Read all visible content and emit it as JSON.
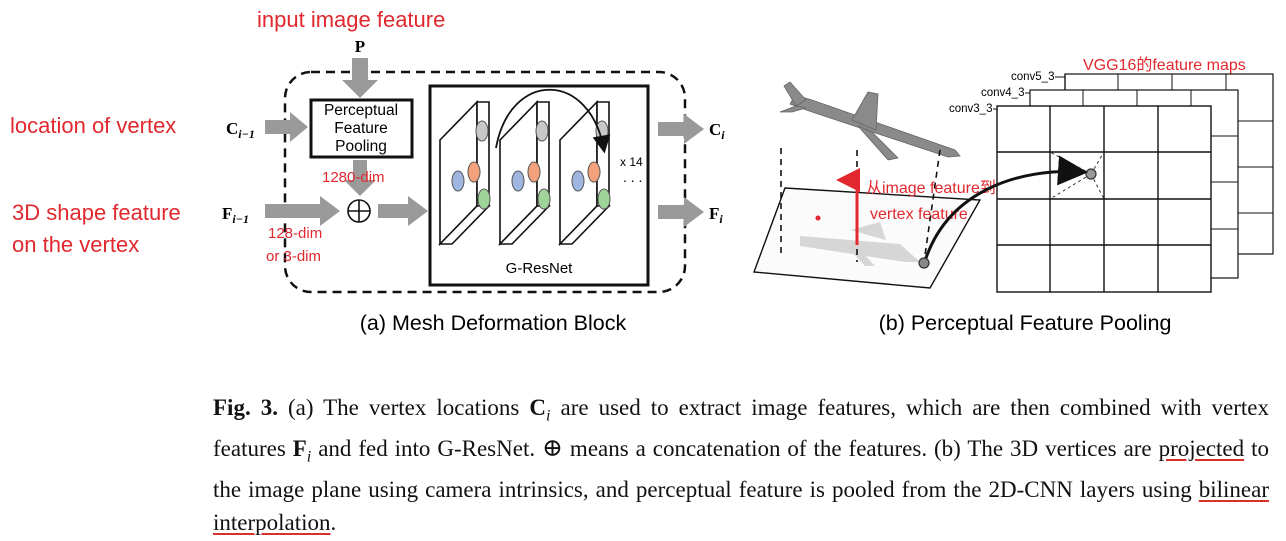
{
  "annotations": {
    "input_image_feature": "input image feature",
    "location_of_vertex": "location of vertex",
    "shape_feature_line1": "3D shape feature",
    "shape_feature_line2": "on the vertex",
    "dim_1280": "1280-dim",
    "dim_128": "128-dim",
    "dim_3": "or 3-dim",
    "vgg_maps": "VGG16的feature maps",
    "img_to_vertex_line1": "从image feature到",
    "img_to_vertex_line2": "vertex feature"
  },
  "block_a": {
    "p_label": "P",
    "c_in": "C",
    "c_in_sub": "i−1",
    "f_in": "F",
    "f_in_sub": "i−1",
    "c_out": "C",
    "c_out_sub": "i",
    "f_out": "F",
    "f_out_sub": "i",
    "pooling_line1": "Perceptual",
    "pooling_line2": "Feature",
    "pooling_line3": "Pooling",
    "concat_symbol": "⊕",
    "repeat": "x 14",
    "gresnet": "G-ResNet",
    "caption": "(a) Mesh Deformation Block"
  },
  "block_b": {
    "conv5": "conv5_3",
    "conv4": "conv4_3",
    "conv3": "conv3_3",
    "caption": "(b) Perceptual Feature Pooling"
  },
  "figure_caption": {
    "label": "Fig. 3.",
    "t1": " (a) The vertex locations ",
    "c_sym": "C",
    "c_sub": "i",
    "t2": " are used to extract image features, which are then combined with vertex features ",
    "f_sym": "F",
    "f_sub": "i",
    "t3": " and fed into G-ResNet. ",
    "oplus": "⊕",
    "t4": " means a concatenation of the features. (b) The 3D vertices are ",
    "projected": "projected",
    "t5": " to the image plane using camera intrinsics, and perceptual feature is pooled from the 2D-CNN layers using ",
    "bilinear": "bilinear interpolation",
    "t6": "."
  },
  "colors": {
    "annotation_red": "#e0282e",
    "arrow_gray": "#9a9a9a",
    "orange_node": "#f2a27a",
    "green_node": "#9fd49a",
    "blue_node": "#9fb6e0",
    "gray_node": "#c8c8c8"
  }
}
